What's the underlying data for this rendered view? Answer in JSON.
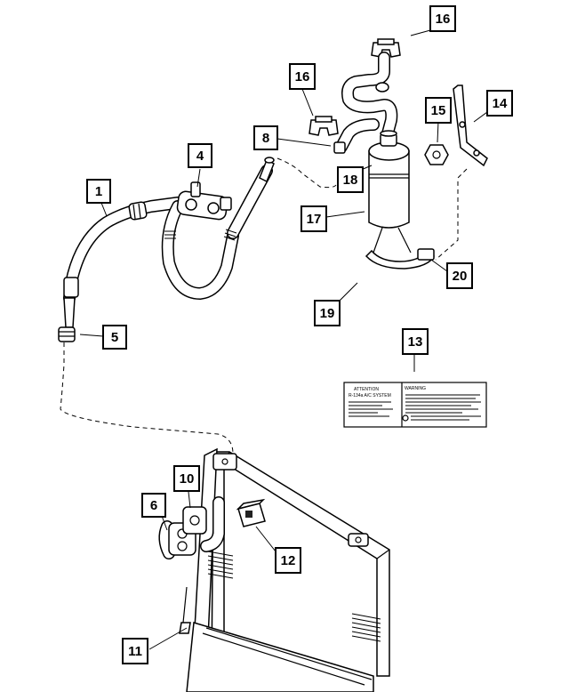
{
  "callouts": [
    {
      "id": "1",
      "label": "1"
    },
    {
      "id": "4",
      "label": "4"
    },
    {
      "id": "5",
      "label": "5"
    },
    {
      "id": "6",
      "label": "6"
    },
    {
      "id": "8",
      "label": "8"
    },
    {
      "id": "10",
      "label": "10"
    },
    {
      "id": "11",
      "label": "11"
    },
    {
      "id": "12",
      "label": "12"
    },
    {
      "id": "13",
      "label": "13"
    },
    {
      "id": "14",
      "label": "14"
    },
    {
      "id": "15",
      "label": "15"
    },
    {
      "id": "16a",
      "label": "16"
    },
    {
      "id": "16b",
      "label": "16"
    },
    {
      "id": "17",
      "label": "17"
    },
    {
      "id": "18",
      "label": "18"
    },
    {
      "id": "19",
      "label": "19"
    },
    {
      "id": "20",
      "label": "20"
    }
  ],
  "warning_label": {
    "heading": "ATTENTION",
    "line1": "R-134a A/C SYSTEM",
    "right_heading": "WARNING"
  }
}
